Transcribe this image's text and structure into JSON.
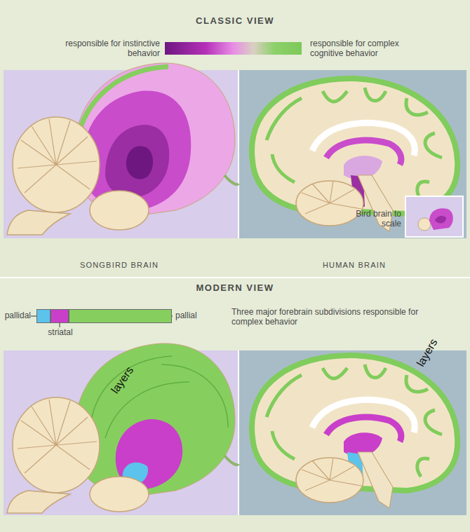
{
  "diagram": {
    "labels": [
      "CLASSIC VIEW",
      "responsible for instinctive behavior",
      "responsible for complex cognitive behavior",
      "Bird brain to scale",
      "SONGBIRD BRAIN",
      "HUMAN BRAIN",
      "MODERN VIEW",
      "Three major forebrain subdivisions responsible for complex behavior",
      "layers",
      "layers"
    ],
    "legend": [
      {
        "text": "pallidal",
        "color": "#5bc3ec"
      },
      {
        "text": "striatal",
        "color": "#c93fc9"
      },
      {
        "text": "pallial",
        "color": "#86cf5f"
      }
    ]
  }
}
